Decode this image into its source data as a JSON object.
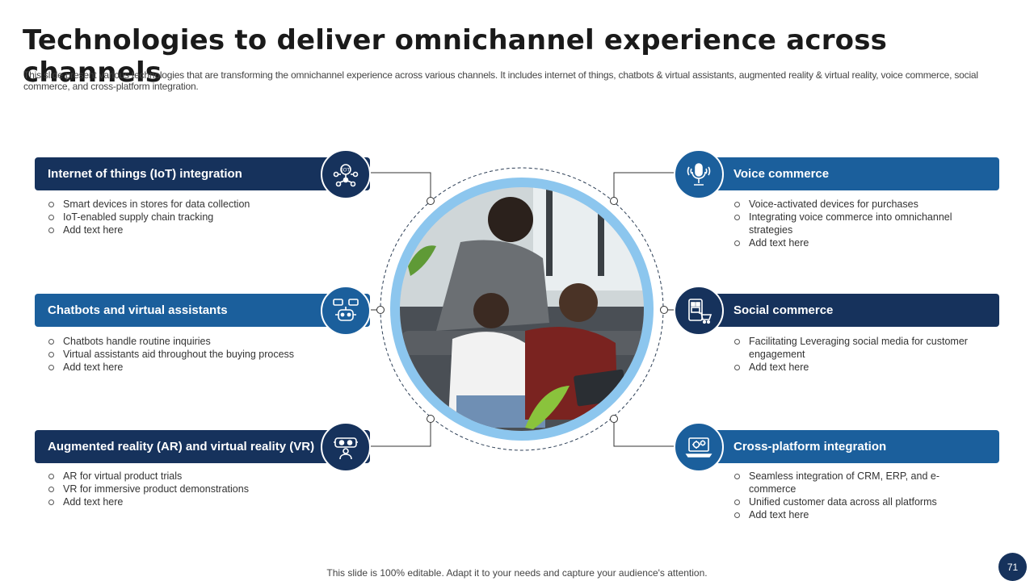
{
  "slide": {
    "title": "Technologies to deliver omnichannel experience across channels",
    "subtitle": "This slide present various technologies that are transforming the omnichannel experience across various channels. It includes internet of things, chatbots & virtual assistants, augmented reality & virtual reality, voice commerce, social commerce, and cross-platform integration.",
    "footer": "This slide is 100% editable. Adapt it to your needs and capture your audience's attention.",
    "page_number": "71"
  },
  "colors": {
    "dark_navy": "#16325c",
    "mid_blue": "#1b5f9c",
    "ring_light_blue": "#8cc6ee"
  },
  "left_blocks": [
    {
      "heading": "Internet of things (IoT) integration",
      "icon": "iot-network-icon",
      "bullets": [
        "Smart devices in stores for data collection",
        "IoT-enabled supply chain tracking",
        "Add text here"
      ]
    },
    {
      "heading": "Chatbots and virtual assistants",
      "icon": "chatbot-icon",
      "bullets": [
        "Chatbots handle routine inquiries",
        "Virtual assistants aid throughout the buying process",
        "Add text here"
      ]
    },
    {
      "heading": "Augmented reality (AR) and virtual reality (VR)",
      "icon": "vr-headset-icon",
      "bullets": [
        "AR for virtual product trials",
        "VR for immersive product demonstrations",
        "Add text here"
      ]
    }
  ],
  "right_blocks": [
    {
      "heading": "Voice commerce",
      "icon": "microphone-icon",
      "bullets": [
        "Voice-activated devices for purchases",
        "Integrating voice commerce into omnichannel strategies",
        "Add text here"
      ]
    },
    {
      "heading": "Social commerce",
      "icon": "social-shopping-icon",
      "bullets": [
        "Facilitating Leveraging social media for customer engagement",
        "Add text here"
      ]
    },
    {
      "heading": "Cross-platform integration",
      "icon": "laptop-gear-icon",
      "bullets": [
        "Seamless integration of CRM, ERP, and e-commerce",
        "Unified customer data across all platforms",
        "Add text here"
      ]
    }
  ],
  "center_image": {
    "icon": "people-with-laptop-photo"
  }
}
